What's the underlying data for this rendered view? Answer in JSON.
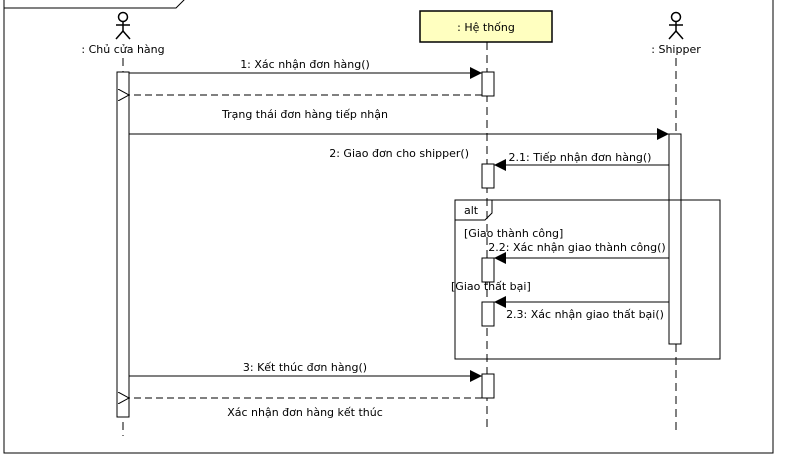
{
  "frame": {
    "title": ""
  },
  "lifelines": {
    "owner": {
      "label": ": Chủ cửa hàng",
      "icon": "actor-icon"
    },
    "system": {
      "label": ": Hệ thống",
      "fill": "#ffffc0"
    },
    "shipper": {
      "label": ": Shipper",
      "icon": "actor-icon"
    }
  },
  "messages": {
    "m1": "1: Xác nhận đơn hàng()",
    "r1": "Trạng thái đơn hàng tiếp nhận",
    "m2": "2: Giao đơn cho shipper()",
    "m21": "2.1: Tiếp nhận đơn hàng()",
    "m22": "2.2: Xác nhận giao thành công()",
    "m23": "2.3: Xác nhận giao thất bại()",
    "m3": "3: Kết thúc đơn hàng()",
    "r3": "Xác nhận đơn hàng kết thúc"
  },
  "fragment": {
    "operator": "alt",
    "guard1": "[Giao thành công]",
    "guard2": "[Giao thất bại]"
  }
}
